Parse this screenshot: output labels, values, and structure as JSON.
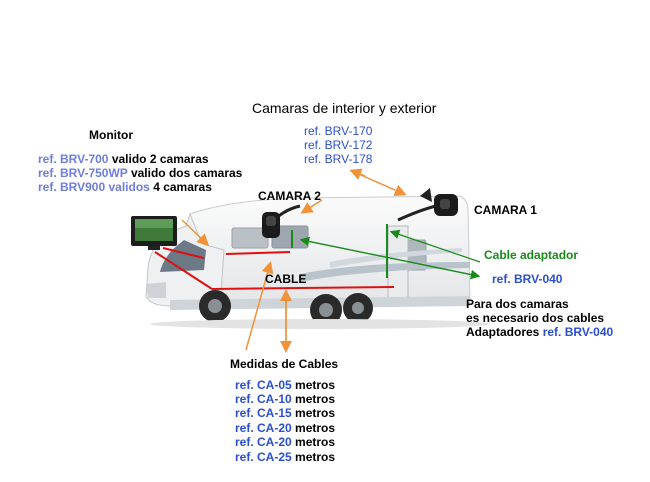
{
  "title": "Camaras de interior y exterior",
  "camera_refs": [
    "ref. BRV-170",
    "ref. BRV-172",
    "ref. BRV-178"
  ],
  "monitor": {
    "heading": "Monitor",
    "lines": [
      {
        "ref": "ref. BRV-700",
        "text": "valido 2 camaras"
      },
      {
        "ref": "ref. BRV-750WP",
        "text": "valido dos camaras"
      },
      {
        "ref": "ref. BRV900 validos",
        "text": "4 camaras"
      }
    ]
  },
  "camara2_label": "CAMARA 2",
  "camara1_label": "CAMARA 1",
  "cable_label": "CABLE",
  "cable_adaptador": {
    "label": "Cable adaptador",
    "ref": "ref. BRV-040"
  },
  "note": {
    "line1": "Para dos camaras",
    "line2": "es necesario dos cables",
    "line3_prefix": "Adaptadores",
    "line3_ref": "ref. BRV-040"
  },
  "cables": {
    "heading": "Medidas de Cables",
    "items": [
      {
        "ref": "ref. CA-05",
        "unit": "metros"
      },
      {
        "ref": "ref. CA-10",
        "unit": "metros"
      },
      {
        "ref": "ref. CA-15",
        "unit": "metros"
      },
      {
        "ref": "ref. CA-20",
        "unit": "metros"
      },
      {
        "ref": "ref. CA-20",
        "unit": "metros"
      },
      {
        "ref": "ref. CA-25",
        "unit": "metros"
      }
    ]
  },
  "colors": {
    "cable_red": "#e01010",
    "arrow_orange": "#f0923a",
    "arrow_green": "#1a8a1a",
    "ref_blue": "#2b4fd1"
  }
}
